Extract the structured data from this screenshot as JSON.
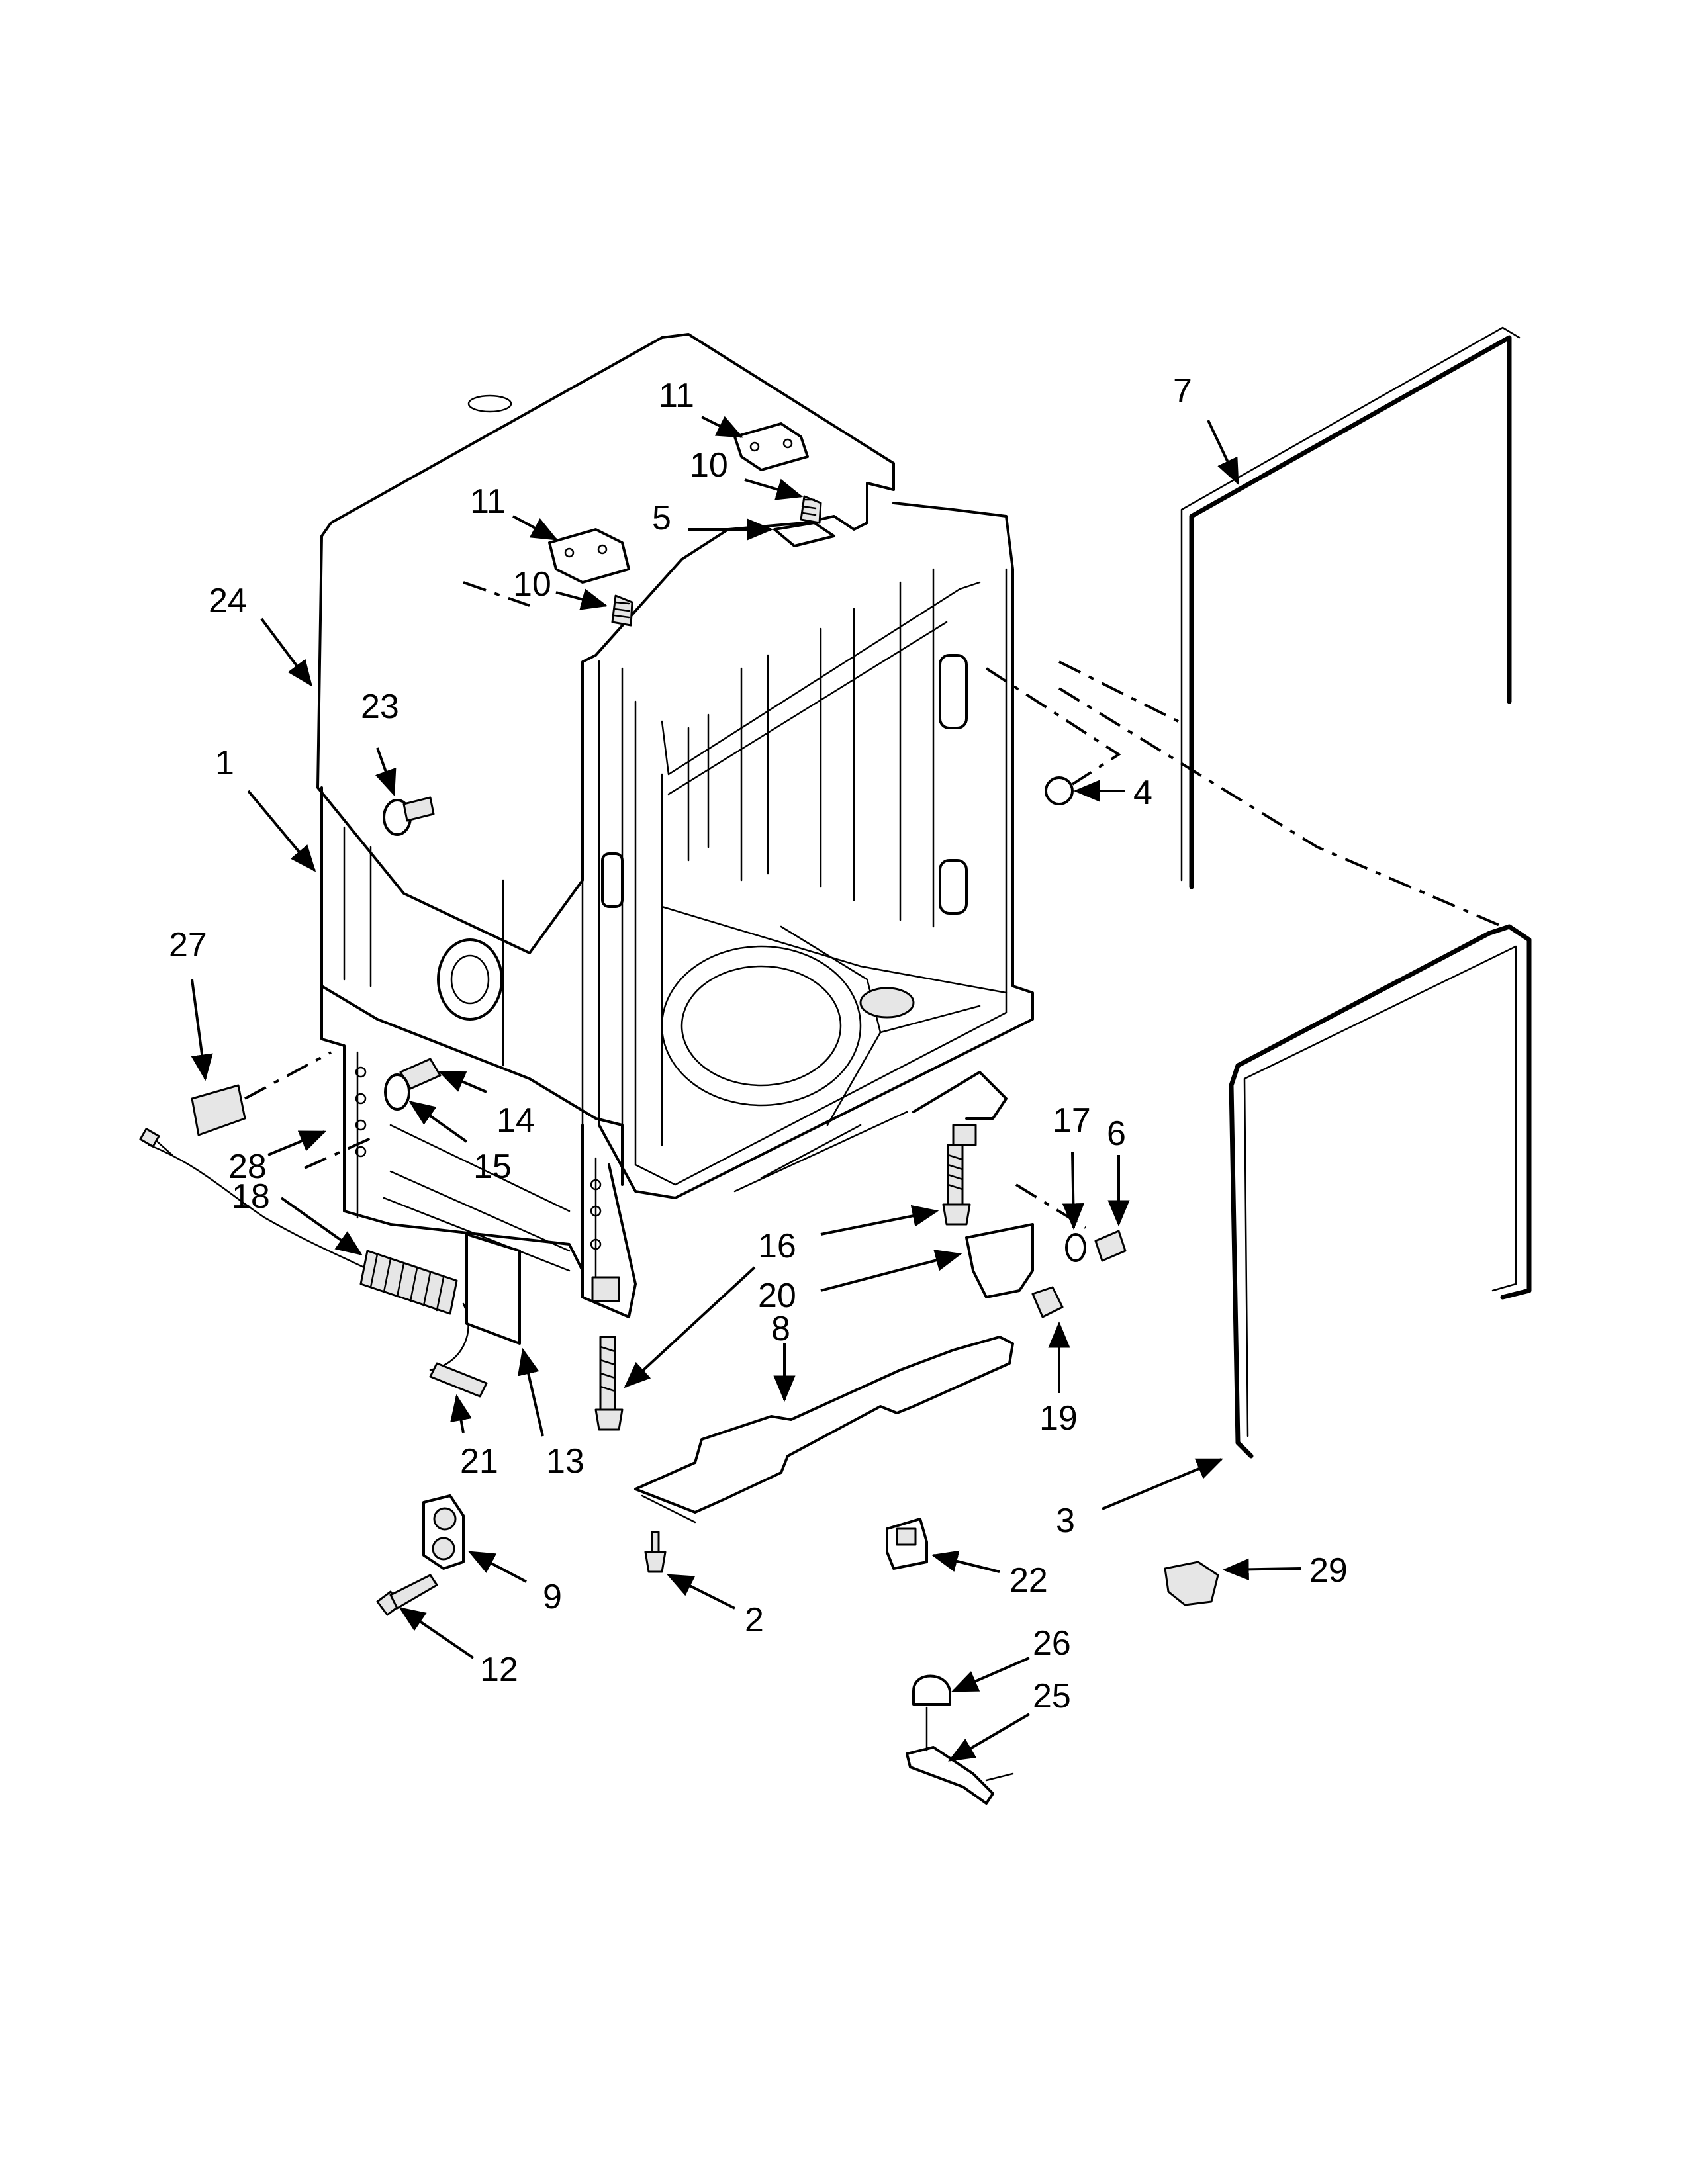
{
  "callouts": [
    {
      "id": "c7",
      "text": "7"
    },
    {
      "id": "c11a",
      "text": "11"
    },
    {
      "id": "c10a",
      "text": "10"
    },
    {
      "id": "c11b",
      "text": "11"
    },
    {
      "id": "c5",
      "text": "5"
    },
    {
      "id": "c10b",
      "text": "10"
    },
    {
      "id": "c24",
      "text": "24"
    },
    {
      "id": "c23",
      "text": "23"
    },
    {
      "id": "c1",
      "text": "1"
    },
    {
      "id": "c4",
      "text": "4"
    },
    {
      "id": "c27",
      "text": "27"
    },
    {
      "id": "c28",
      "text": "28"
    },
    {
      "id": "c14",
      "text": "14"
    },
    {
      "id": "c15",
      "text": "15"
    },
    {
      "id": "c17",
      "text": "17"
    },
    {
      "id": "c6",
      "text": "6"
    },
    {
      "id": "c18",
      "text": "18"
    },
    {
      "id": "c16",
      "text": "16"
    },
    {
      "id": "c20",
      "text": "20"
    },
    {
      "id": "c8",
      "text": "8"
    },
    {
      "id": "c19",
      "text": "19"
    },
    {
      "id": "c21",
      "text": "21"
    },
    {
      "id": "c13",
      "text": "13"
    },
    {
      "id": "c3",
      "text": "3"
    },
    {
      "id": "c9",
      "text": "9"
    },
    {
      "id": "c22",
      "text": "22"
    },
    {
      "id": "c29",
      "text": "29"
    },
    {
      "id": "c2",
      "text": "2"
    },
    {
      "id": "c26",
      "text": "26"
    },
    {
      "id": "c25",
      "text": "25"
    },
    {
      "id": "c12",
      "text": "12"
    }
  ]
}
